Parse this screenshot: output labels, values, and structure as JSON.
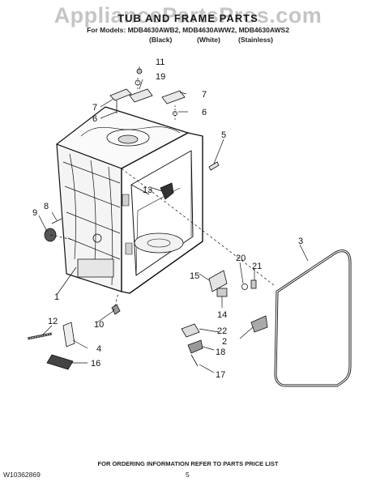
{
  "watermark": "AppliancePartsPros.com",
  "header": {
    "title": "TUB AND FRAME PARTS",
    "models": "For Models: MDB4630AWB2, MDB4630AWW2, MDB4630AWS2",
    "finishes": [
      "(Black)",
      "(White)",
      "(Stainless)"
    ]
  },
  "callouts": [
    "1",
    "2",
    "3",
    "4",
    "5",
    "6",
    "6",
    "7",
    "7",
    "8",
    "9",
    "10",
    "11",
    "12",
    "13",
    "14",
    "15",
    "16",
    "17",
    "18",
    "19",
    "20",
    "21",
    "22"
  ],
  "footer": {
    "ordering_note": "FOR ORDERING INFORMATION REFER TO PARTS PRICE LIST",
    "doc_number": "W10362869",
    "page_number": "5"
  }
}
